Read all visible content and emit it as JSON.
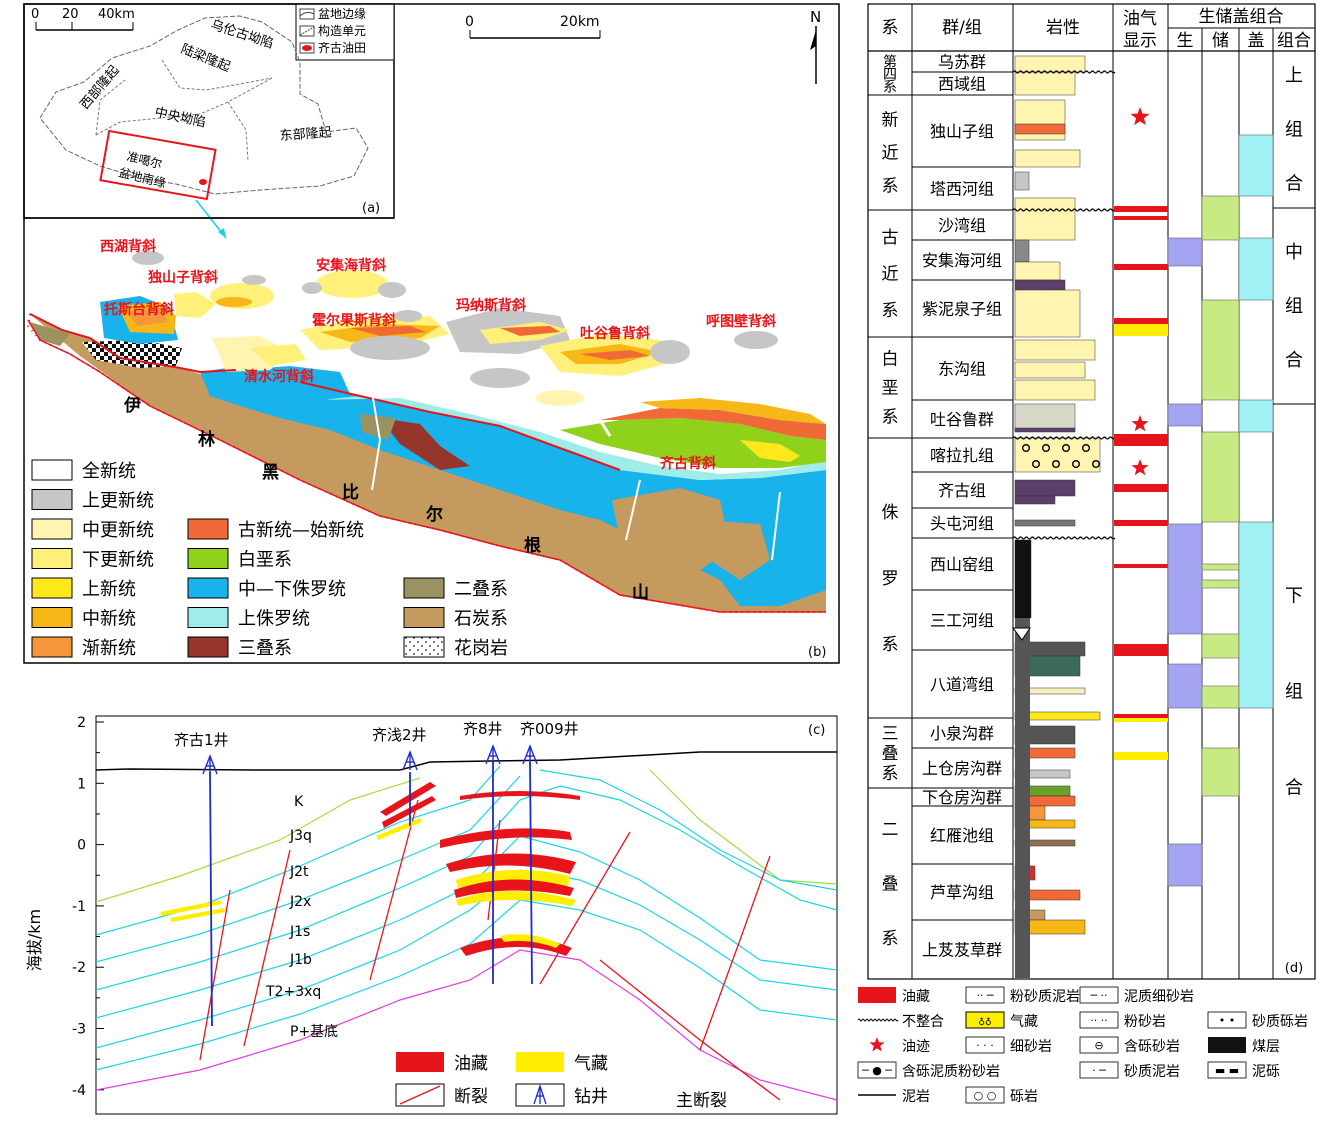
{
  "panel_a": {
    "label": "(a)",
    "scale_ticks": [
      "0",
      "20",
      "40km"
    ],
    "legend": [
      "盆地边缘",
      "构造单元",
      "齐古油田"
    ],
    "units": [
      "乌伦古坳陷",
      "陆梁隆起",
      "西部隆起",
      "中央坳陷",
      "东部隆起",
      "准噶尔",
      "盆地南缘"
    ],
    "colors": {
      "oilfield": "#e8141c",
      "frame": "#e8141c"
    }
  },
  "panel_b": {
    "label": "(b)",
    "north": "N",
    "scale_ticks": [
      "0",
      "20km"
    ],
    "anticlines": [
      "西湖背斜",
      "独山子背斜",
      "安集海背斜",
      "托斯台背斜",
      "霍尔果斯背斜",
      "玛纳斯背斜",
      "吐谷鲁背斜",
      "呼图壁背斜",
      "清水河背斜",
      "齐古背斜"
    ],
    "mountain_chars": [
      "伊",
      "林",
      "黑",
      "比",
      "尔",
      "根",
      "山"
    ],
    "legend": [
      {
        "label": "全新统",
        "color": "#ffffff"
      },
      {
        "label": "上更新统",
        "color": "#c6c6c6"
      },
      {
        "label": "中更新统",
        "color": "#fff4b0"
      },
      {
        "label": "下更新统",
        "color": "#fff07a"
      },
      {
        "label": "上新统",
        "color": "#ffe81c"
      },
      {
        "label": "中新统",
        "color": "#f7b817"
      },
      {
        "label": "渐新统",
        "color": "#f4963c"
      },
      {
        "label": "古新统—始新统",
        "color": "#ef6a36"
      },
      {
        "label": "白垩系",
        "color": "#8fd11b"
      },
      {
        "label": "中—下侏罗统",
        "color": "#18b3ea"
      },
      {
        "label": "上侏罗统",
        "color": "#9fede8"
      },
      {
        "label": "三叠系",
        "color": "#96352c"
      },
      {
        "label": "二叠系",
        "color": "#9a9361"
      },
      {
        "label": "石炭系",
        "color": "#c49a5f"
      },
      {
        "label": "花岗岩",
        "color": "pattern"
      }
    ]
  },
  "panel_c": {
    "label": "(c)",
    "ylabel": "海拔/km",
    "yticks": [
      "2",
      "1",
      "0",
      "-1",
      "-2",
      "-3",
      "-4"
    ],
    "wells": [
      "齐古1井",
      "齐浅2井",
      "齐8井",
      "齐009井"
    ],
    "strata": [
      "K",
      "J3q",
      "J2t",
      "J2x",
      "J1s",
      "J1b",
      "T2+3xq",
      "P+基底"
    ],
    "legend": [
      "油藏",
      "气藏",
      "断裂",
      "钻井"
    ],
    "main_fault": "主断裂",
    "colors": {
      "oil": "#e8141c",
      "gas": "#ffee00",
      "fault": "#e8141c",
      "well": "#1b2bd6"
    }
  },
  "panel_d": {
    "label": "(d)",
    "headers": {
      "system": "系",
      "group": "群/组",
      "lithology": "岩性",
      "oil_line1": "油气",
      "oil_line2": "显示",
      "combo": "生储盖组合",
      "sub": [
        "生",
        "储",
        "盖",
        "组合"
      ]
    },
    "systems": [
      "第四系",
      "新近系",
      "古近系",
      "白垩系",
      "侏罗系",
      "三叠系",
      "二叠系"
    ],
    "formations": [
      "乌苏群",
      "西域组",
      "独山子组",
      "塔西河组",
      "沙湾组",
      "安集海河组",
      "紫泥泉子组",
      "东沟组",
      "吐谷鲁群",
      "喀拉扎组",
      "齐古组",
      "头屯河组",
      "西山窑组",
      "三工河组",
      "八道湾组",
      "小泉沟群",
      "上仓房沟群",
      "下仓房沟群",
      "红雁池组",
      "芦草沟组",
      "上芨芨草群"
    ],
    "combos": [
      "上组合",
      "中组合",
      "下组合"
    ],
    "colors": {
      "source": "#a4a4f2",
      "reservoir": "#c8ea82",
      "seal": "#9ff1f4"
    }
  },
  "bottom_legend": [
    "油藏",
    "粉砂质泥岩",
    "泥质细砂岩",
    "不整合",
    "气藏",
    "粉砂岩",
    "砂质砾岩",
    "油迹",
    "细砂岩",
    "含砾砂岩",
    "煤层",
    "含砾泥质粉砂岩",
    "砂质泥岩",
    "泥砾",
    "泥岩",
    "砾岩"
  ]
}
